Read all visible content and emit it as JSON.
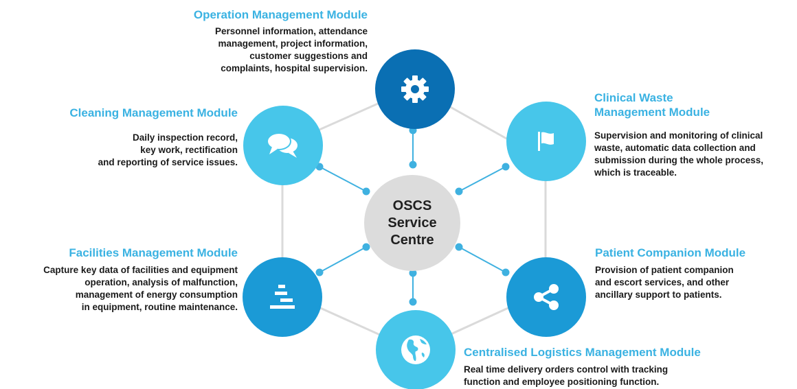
{
  "center": {
    "lines": [
      "OSCS",
      "Service",
      "Centre"
    ]
  },
  "colors": {
    "light_blue": "#47c6ea",
    "mid_blue": "#1b9ad6",
    "dark_blue": "#0a6fb3",
    "title_blue": "#3ab2e2",
    "connector": "#3fb1e0",
    "hex_line": "#dadada",
    "center_fill": "#dcdcdc"
  },
  "modules": {
    "operation": {
      "icon": "gear-icon",
      "title": [
        "Operation Management Module"
      ],
      "desc": [
        "Personnel information, attendance",
        "management, project information,",
        "customer suggestions and",
        "complaints, hospital supervision."
      ]
    },
    "cleaning": {
      "icon": "chat-bubbles-icon",
      "title": [
        "Cleaning Management Module"
      ],
      "desc": [
        "Daily inspection record,",
        "key work, rectification",
        "and reporting of service issues."
      ]
    },
    "clinical": {
      "icon": "flag-icon",
      "title": [
        "Clinical Waste",
        "Management Module"
      ],
      "desc": [
        "Supervision and monitoring of clinical",
        "waste, automatic data collection and",
        "submission during the whole process,",
        "which is traceable."
      ]
    },
    "facilities": {
      "icon": "stacked-bars-icon",
      "title": [
        "Facilities Management Module"
      ],
      "desc": [
        "Capture key data of facilities and equipment",
        "operation, analysis of malfunction,",
        "management of energy consumption",
        "in equipment, routine maintenance."
      ]
    },
    "patient": {
      "icon": "share-icon",
      "title": [
        "Patient Companion Module"
      ],
      "desc": [
        "Provision of patient companion",
        "and escort services, and other",
        "ancillary support to patients."
      ]
    },
    "logistics": {
      "icon": "globe-icon",
      "title": [
        "Centralised Logistics Management Module"
      ],
      "desc": [
        "Real time delivery orders control with tracking",
        "function and employee positioning function."
      ]
    }
  }
}
